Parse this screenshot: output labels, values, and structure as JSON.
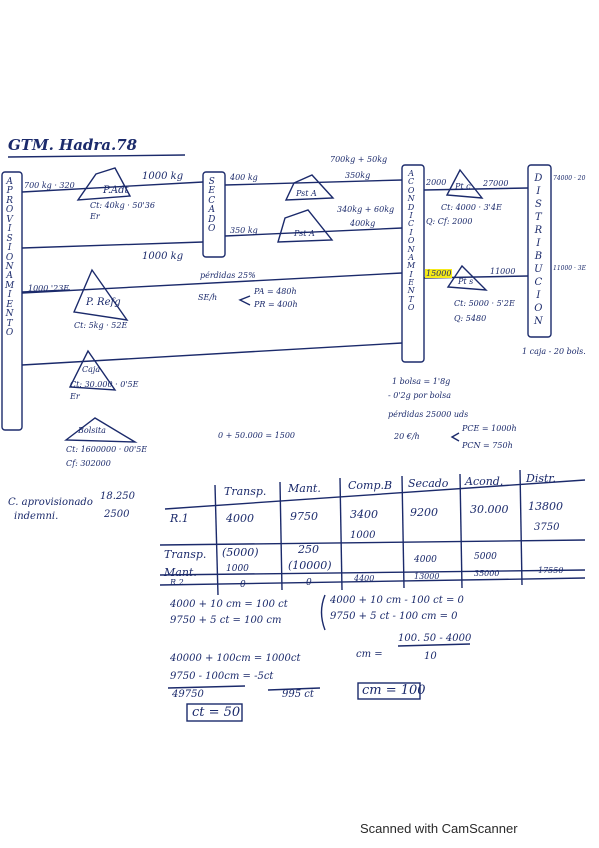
{
  "title": "GTM. Hadra.78",
  "vertical_labels": {
    "aprovisionamiento": [
      "A",
      "P",
      "R",
      "O",
      "V",
      "I",
      "S",
      "I",
      "O",
      "N",
      "A",
      "M",
      "I",
      "E",
      "N",
      "T",
      "O"
    ],
    "secado": [
      "S",
      "E",
      "C",
      "A",
      "D",
      "O"
    ],
    "acondicionamiento": [
      "A",
      "C",
      "O",
      "N",
      "D",
      "I",
      "C",
      "I",
      "O",
      "N",
      "A",
      "M",
      "I",
      "E",
      "N",
      "T",
      "O"
    ],
    "distribucion": [
      "D",
      "I",
      "S",
      "T",
      "R",
      "I",
      "B",
      "U",
      "C",
      "I",
      "O",
      "N"
    ]
  },
  "top_flows": {
    "a_700": "700 kg · 320",
    "pad_label": "P.Adt",
    "pad_cost": "Ct: 40kg · 50'36",
    "pad_er": "Er",
    "f1000_top": "1000 kg",
    "f1000_mid": "1000 kg",
    "f1000_left": "1000 '23E",
    "f400": "400 kg",
    "f350": "350 kg",
    "pst_a1": "Pst A",
    "pst_a2": "Pst A",
    "f700": "700kg + 50kg",
    "f350out": "350kg",
    "f340": "340kg + 60kg",
    "f400b": "400kg",
    "perdidas": "pérdidas 25%",
    "se_h": "SE/h",
    "pa": "PA = 480h",
    "pr": "PR = 400h"
  },
  "middle_nodes": {
    "prefg_label": "P. Refg",
    "prefg_cost": "Ct: 5kg · 52E",
    "caja_label": "Caja",
    "caja_cost": "Ct: 30.000 · 0'5E",
    "caja_er": "Er",
    "bolsita_label": "Bolsita",
    "bolsita_cost": "Ct: 1600000 · 00'5E",
    "bolsita_cr": "Cf: 302000",
    "sum_line": "0 + 50.000 = 1500"
  },
  "right_nodes": {
    "f2000": "2000",
    "ptc_label": "Pt c",
    "f27000": "27000",
    "ptc_cost": "Ct: 4000 · 3'4E",
    "ptc_cr": "Q: Cf: 2000",
    "f15000": "15000",
    "pts_label": "Pt s",
    "f11000": "11000",
    "pts_cost": "Ct: 5000 · 5'2E",
    "pts_cr": "Q: 5480",
    "dist_top": "74000 · 20",
    "dist_mid": "11000 · 3E",
    "caja_note": "1 caja - 20 bols.",
    "bolsa_note": "1 bolsa = 1'8g",
    "bolsa_note2": "- 0'2g por bolsa",
    "perdidas2": "pérdidas 25000 uds",
    "ce_h": "20 €/h",
    "pce": "PCE = 1000h",
    "pcn": "PCN = 750h"
  },
  "left_notes": {
    "c_aprov": "C. aprovisionado",
    "indemni": "indemni.",
    "v1": "18.250",
    "v2": "2500"
  },
  "table": {
    "headers": [
      "Transp.",
      "Mant.",
      "Comp.B",
      "Secado",
      "Acond.",
      "Distr."
    ],
    "rows": [
      {
        "label": "R.1",
        "cells": [
          "4000",
          "9750",
          "3400",
          "9200",
          "30.000",
          "13800"
        ],
        "marks": [
          "",
          "",
          "",
          "",
          "",
          "3750"
        ]
      },
      {
        "label": "Transp.",
        "cells": [
          "(5000)",
          "250",
          "1000",
          "",
          "",
          ""
        ],
        "marks": [
          "",
          "",
          "",
          "",
          "",
          ""
        ]
      },
      {
        "label": "Mant.",
        "cells": [
          "1000",
          "(10000)",
          "",
          "4000",
          "5000",
          ""
        ],
        "marks": [
          "",
          "",
          "",
          "",
          "",
          ""
        ]
      },
      {
        "label": "R.2",
        "cells": [
          "0",
          "0",
          "4400",
          "13000",
          "35000",
          "17550"
        ],
        "marks": [
          "",
          "",
          "",
          "",
          "",
          ""
        ]
      }
    ]
  },
  "equations": {
    "e1": "4000 + 10 cm = 100 ct",
    "e2": "9750 + 5 ct = 100 cm",
    "e3": "4000 + 10 cm - 100 ct = 0",
    "e4": "9750 + 5 ct - 100 cm = 0",
    "e5": "40000 + 100cm = 1000ct",
    "e6": "9750 - 100cm = -5ct",
    "e7": "49750",
    "e8": "995 ct",
    "ct_result": "ct = 50",
    "cm_formula_label": "cm =",
    "cm_num": "100. 50 - 4000",
    "cm_den": "10",
    "cm_result": "cm = 100"
  },
  "footer": "Scanned with CamScanner"
}
